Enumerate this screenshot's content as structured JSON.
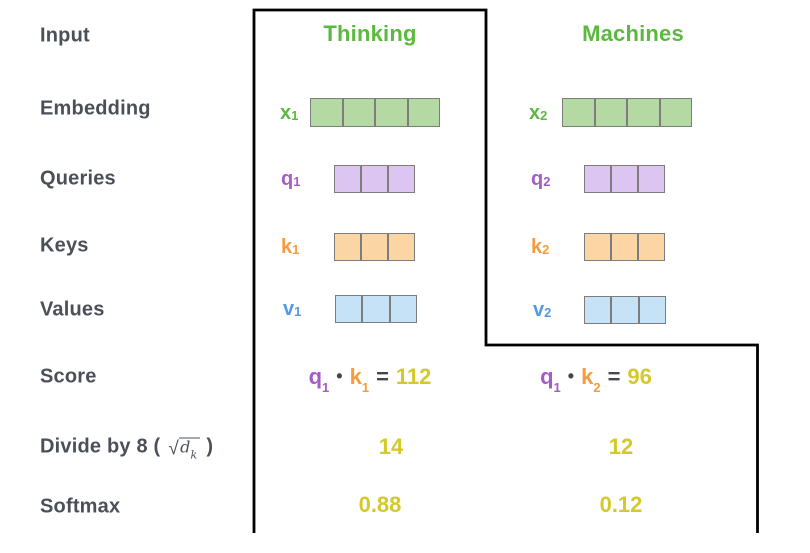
{
  "colors": {
    "green": "#5cb93f",
    "green_fill": "#b5d9a2",
    "purple": "#a55cc7",
    "purple_fill": "#dcc5f0",
    "orange": "#f79b3d",
    "orange_fill": "#fbd5a3",
    "blue": "#5599e5",
    "blue_fill": "#c6e2f7",
    "yellow": "#d4c92c",
    "text_dark": "#4b5058"
  },
  "left_labels": {
    "input": "Input",
    "embedding": "Embedding",
    "queries": "Queries",
    "keys": "Keys",
    "values": "Values",
    "score": "Score",
    "divide_prefix": "Divide by 8 (",
    "divide_sqrt": "√",
    "divide_radicand": "d",
    "divide_sub": "k",
    "divide_suffix": ")",
    "softmax": "Softmax"
  },
  "columns": [
    {
      "header": "Thinking",
      "embedding": {
        "label": "x",
        "sub": "1",
        "cells": 4
      },
      "queries": {
        "label": "q",
        "sub": "1",
        "cells": 3
      },
      "keys": {
        "label": "k",
        "sub": "1",
        "cells": 3
      },
      "values": {
        "label": "v",
        "sub": "1",
        "cells": 3
      },
      "score": {
        "left": "q",
        "left_sub": "1",
        "dot": "•",
        "right": "k",
        "right_sub": "1",
        "equals": "=",
        "value": "112"
      },
      "divide_value": "14",
      "softmax_value": "0.88"
    },
    {
      "header": "Machines",
      "embedding": {
        "label": "x",
        "sub": "2",
        "cells": 4
      },
      "queries": {
        "label": "q",
        "sub": "2",
        "cells": 3
      },
      "keys": {
        "label": "k",
        "sub": "2",
        "cells": 3
      },
      "values": {
        "label": "v",
        "sub": "2",
        "cells": 3
      },
      "score": {
        "left": "q",
        "left_sub": "1",
        "dot": "•",
        "right": "k",
        "right_sub": "2",
        "equals": "=",
        "value": "96"
      },
      "divide_value": "12",
      "softmax_value": "0.12"
    }
  ]
}
